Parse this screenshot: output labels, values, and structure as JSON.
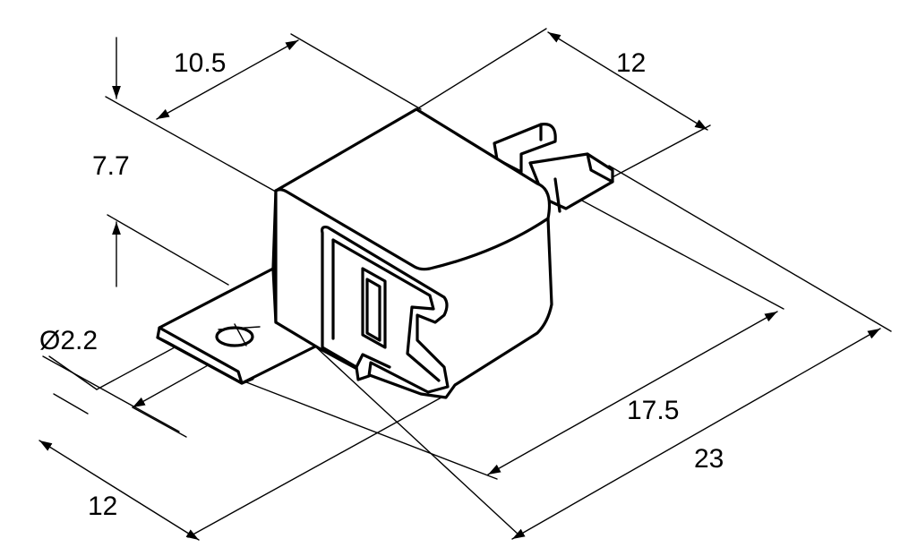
{
  "colors": {
    "line": "#000000",
    "background": "#ffffff"
  },
  "dimensions": {
    "width_top": "10.5",
    "depth_top_right": "12",
    "height": "7.7",
    "hole_diameter": "Ø2.2",
    "length_inner": "17.5",
    "length_overall": "23",
    "width_bottom_left": "12"
  }
}
